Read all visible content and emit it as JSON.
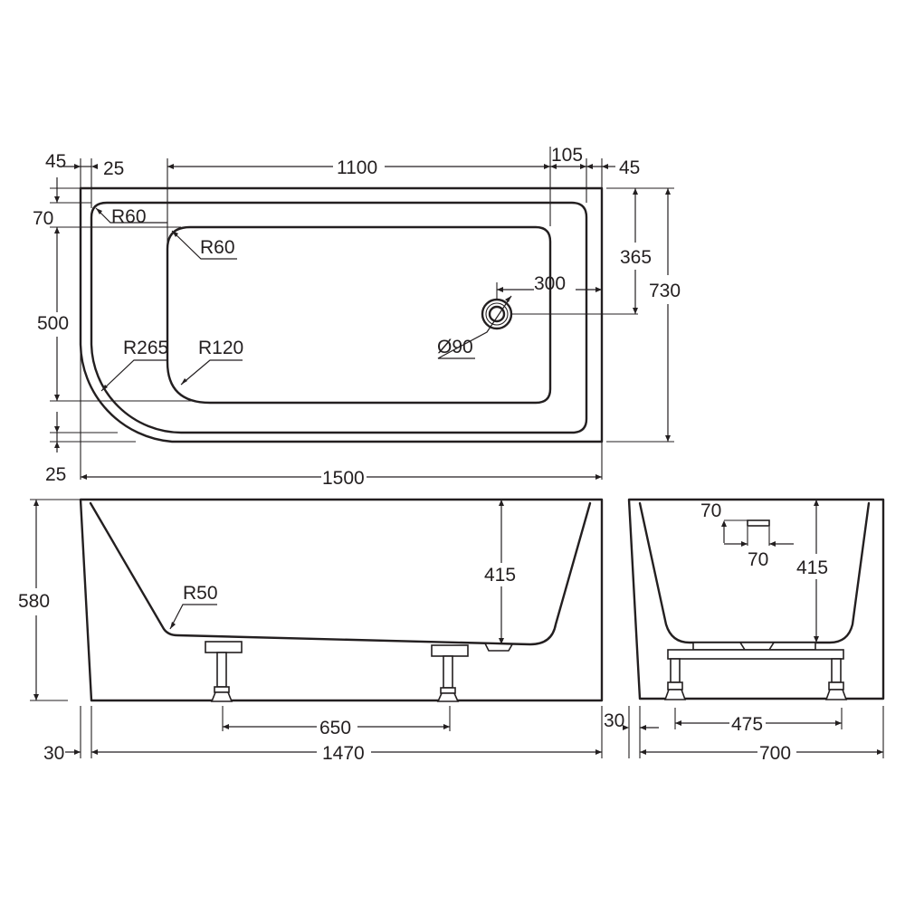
{
  "plan_view": {
    "dims": {
      "left_rim_45": "45",
      "left_gap_25": "25",
      "basin_length_1100": "1100",
      "right_105": "105",
      "right_rim_45": "45",
      "top_70": "70",
      "radius_outer_top": "R60",
      "radius_basin": "R60",
      "depth_500": "500",
      "radius_265": "R265",
      "radius_120": "R120",
      "waste_offset_300": "300",
      "waste_365": "365",
      "overall_width_730": "730",
      "waste_diameter": "Ø90",
      "bottom_25": "25",
      "overall_length_1500": "1500"
    }
  },
  "side_view": {
    "dims": {
      "height_580": "580",
      "depth_415": "415",
      "radius_50": "R50",
      "feet_650": "650",
      "base_30": "30",
      "base_length_1470": "1470"
    }
  },
  "end_view": {
    "dims": {
      "overflow_70_v": "70",
      "overflow_70_h": "70",
      "depth_415": "415",
      "base_30": "30",
      "feet_475": "475",
      "width_700": "700"
    }
  }
}
